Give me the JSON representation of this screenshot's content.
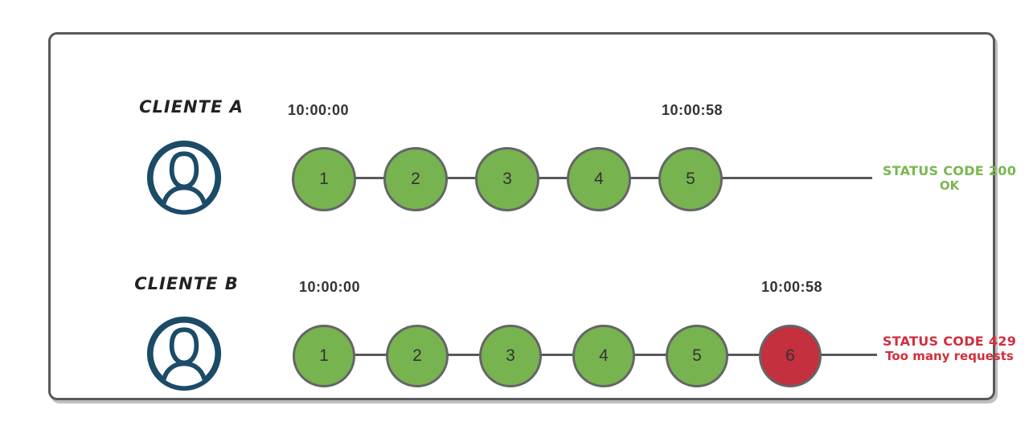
{
  "rows": [
    {
      "client_label": "CLIENTE A",
      "time_start": "10:00:00",
      "time_end": "10:00:58",
      "requests": [
        {
          "n": "1",
          "state": "allowed"
        },
        {
          "n": "2",
          "state": "allowed"
        },
        {
          "n": "3",
          "state": "allowed"
        },
        {
          "n": "4",
          "state": "allowed"
        },
        {
          "n": "5",
          "state": "allowed"
        }
      ],
      "status": {
        "line1": "STATUS CODE 200",
        "line2": "OK"
      }
    },
    {
      "client_label": "CLIENTE B",
      "time_start": "10:00:00",
      "time_end": "10:00:58",
      "requests": [
        {
          "n": "1",
          "state": "allowed"
        },
        {
          "n": "2",
          "state": "allowed"
        },
        {
          "n": "3",
          "state": "allowed"
        },
        {
          "n": "4",
          "state": "allowed"
        },
        {
          "n": "5",
          "state": "allowed"
        },
        {
          "n": "6",
          "state": "rejected"
        }
      ],
      "status": {
        "line1": "STATUS CODE 429",
        "line2": "Too many requests"
      }
    }
  ],
  "colors": {
    "allowed_fill": "#77b34f",
    "rejected_fill": "#c4303e",
    "status_ok_text": "#7ab74f",
    "status_error_text": "#d02f3d",
    "stroke_gray": "#58595b",
    "avatar_navy": "#1c4b67",
    "text_dark": "#333333"
  }
}
